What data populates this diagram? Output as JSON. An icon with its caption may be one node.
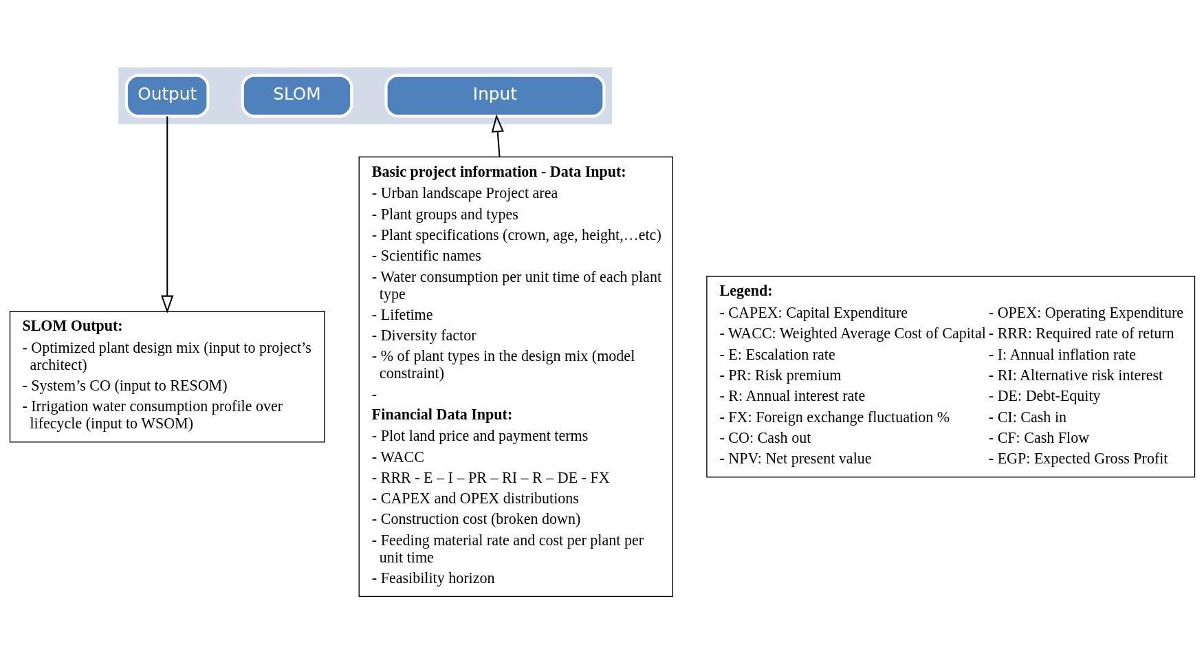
{
  "diagram": {
    "nodes": [
      {
        "text": [],
        "shape": "arrow"
      },
      {
        "text": [
          "Input"
        ],
        "in": 0
      },
      {
        "text": [
          "SLOM"
        ],
        "in": 0
      },
      {
        "text": [
          "Output"
        ],
        "in": 0
      },
      {
        "text": [
          "Basic project information - Data Input:",
          "- Urban landscape Project area",
          "- Plant groups and types",
          "- Plant specifications (crown, age, height,…etc)",
          "- Scientific names",
          "- Water consumption per unit time of each plant type",
          "- Lifetime",
          "- Diversity factor",
          "- % of plant types in the design mix (model constraint)",
          "-",
          "Financial Data Input:",
          "- Plot land price and payment terms",
          "- WACC",
          "- RRR - E – I – PR – RI – R – DE - FX",
          "- CAPEX and OPEX distributions",
          "- Construction cost (broken down)",
          "- Feeding material rate and cost per plant per unit time",
          "- Feasibility horizon"
        ]
      },
      {
        "text": [
          "SLOM Output:",
          "- Optimized plant design mix (input to project’s architect)",
          "- System’s CO (input to RESOM)",
          "- Irrigation water consumption profile over lifecycle (input to WSOM)"
        ]
      },
      {
        "text": [
          "Legend:",
          "- CAPEX: Capital Expenditure",
          "- OPEX: Operating Expenditure",
          "- WACC: Weighted Average Cost of Capital",
          "- RRR: Required rate of return",
          "- E: Escalation rate",
          "- I: Annual inflation rate",
          "- PR: Risk premium",
          "- RI: Alternative risk interest",
          "- R: Annual interest rate",
          "- DE: Debt-Equity",
          "- FX: Foreign exchange fluctuation %",
          "- CI: Cash in",
          "- CO: Cash out",
          "- CF: Cash Flow",
          "- NPV: Net present value",
          "- EGP: Expected Gross Profit"
        ]
      }
    ],
    "edges": [
      {
        "from": 4,
        "to": 1,
        "arrow": "to"
      },
      {
        "from": 3,
        "to": 5,
        "arrow": "to"
      }
    ]
  }
}
